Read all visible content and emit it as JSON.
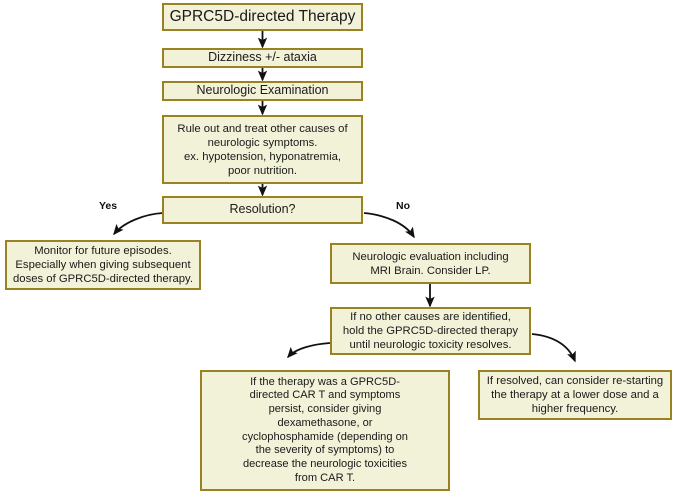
{
  "diagram": {
    "title": "GPRC5D-directed Therapy neurologic toxicity management algorithm",
    "colors": {
      "node_fill": "#f2f2d9",
      "node_border": "#9a8222",
      "arrow": "#111111",
      "text": "#1a1a1a",
      "background": "#ffffff"
    },
    "nodes": {
      "therapy": "GPRC5D-directed Therapy",
      "dizziness": "Dizziness +/- ataxia",
      "neuro_exam": "Neurologic Examination",
      "rule_out": "Rule out and treat other causes of\nneurologic symptoms.\nex. hypotension, hyponatremia,\npoor nutrition.",
      "resolution": "Resolution?",
      "monitor": "Monitor for future episodes.\nEspecially when giving subsequent\ndoses of GPRC5D-directed therapy.",
      "neuro_eval": "Neurologic evaluation including\nMRI Brain. Consider LP.",
      "hold_therapy": "If no other causes are identified,\nhold the GPRC5D-directed therapy\nuntil neurologic toxicity resolves.",
      "car_t": "If the therapy was a GPRC5D-\ndirected CAR T and symptoms\npersist, consider giving\ndexamethasone, or\ncyclophosphamide (depending on\nthe severity of symptoms) to\ndecrease the neurologic toxicities\nfrom CAR T.",
      "restart": "If resolved, can consider re-starting\nthe therapy at a lower dose and a\nhigher frequency."
    },
    "edge_labels": {
      "yes": "Yes",
      "no": "No"
    }
  }
}
